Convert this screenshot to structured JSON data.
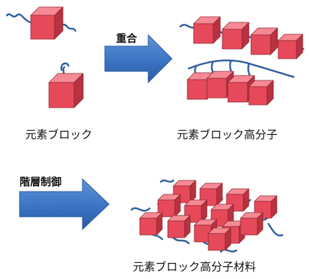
{
  "labels": {
    "monomer": "元素ブロック",
    "polymer": "元素ブロック高分子",
    "material": "元素ブロック高分子材料"
  },
  "arrows": {
    "polymerization": "重合",
    "hierarchy_control": "階層制御"
  },
  "colors": {
    "cube_front": "#e64a5a",
    "cube_top": "#f58a95",
    "cube_side": "#b8323f",
    "chain": "#2f5e9e",
    "arrow": "#3b74c4"
  }
}
